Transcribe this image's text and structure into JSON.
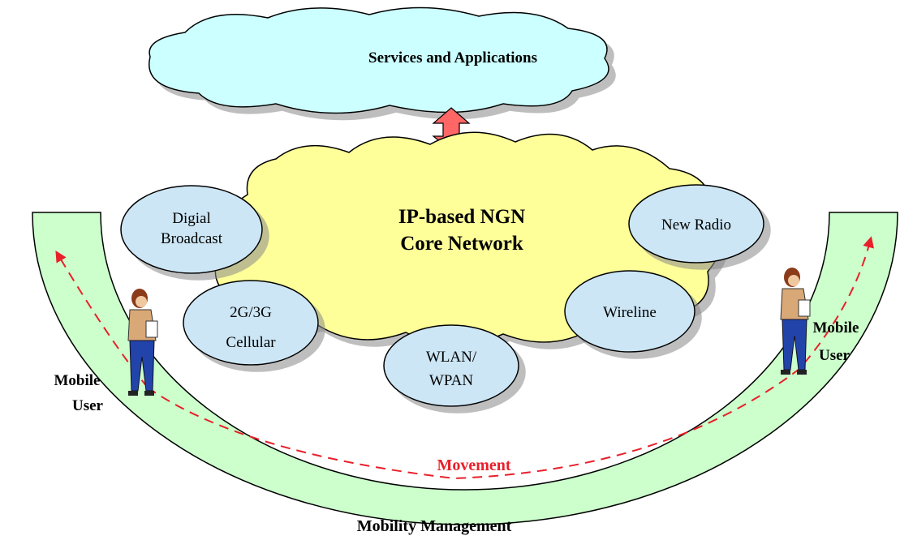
{
  "services_cloud": {
    "label": "Services and Applications"
  },
  "core_cloud": {
    "line1": "IP-based NGN",
    "line2": "Core Network"
  },
  "access_networks": [
    {
      "id": "digital-broadcast",
      "line1": "Digial",
      "line2": "Broadcast"
    },
    {
      "id": "cellular",
      "line1": "2G/3G",
      "line2": "Cellular"
    },
    {
      "id": "wlan",
      "line1": "WLAN/",
      "line2": "WPAN"
    },
    {
      "id": "wireline",
      "line1": "Wireline",
      "line2": ""
    },
    {
      "id": "new-radio",
      "line1": "New Radio",
      "line2": ""
    }
  ],
  "users": [
    {
      "line1": "Mobile",
      "line2": "User"
    },
    {
      "line1": "Mobile",
      "line2": "User"
    }
  ],
  "movement_label": "Movement",
  "mobility_label": "Mobility Management",
  "colors": {
    "services_cloud": "#ccffff",
    "core_cloud": "#ffff99",
    "access_ellipse": "#cce6f5",
    "mobility_band": "#ccffcc",
    "arrow": "#ff6666",
    "movement": "#e8202a"
  }
}
